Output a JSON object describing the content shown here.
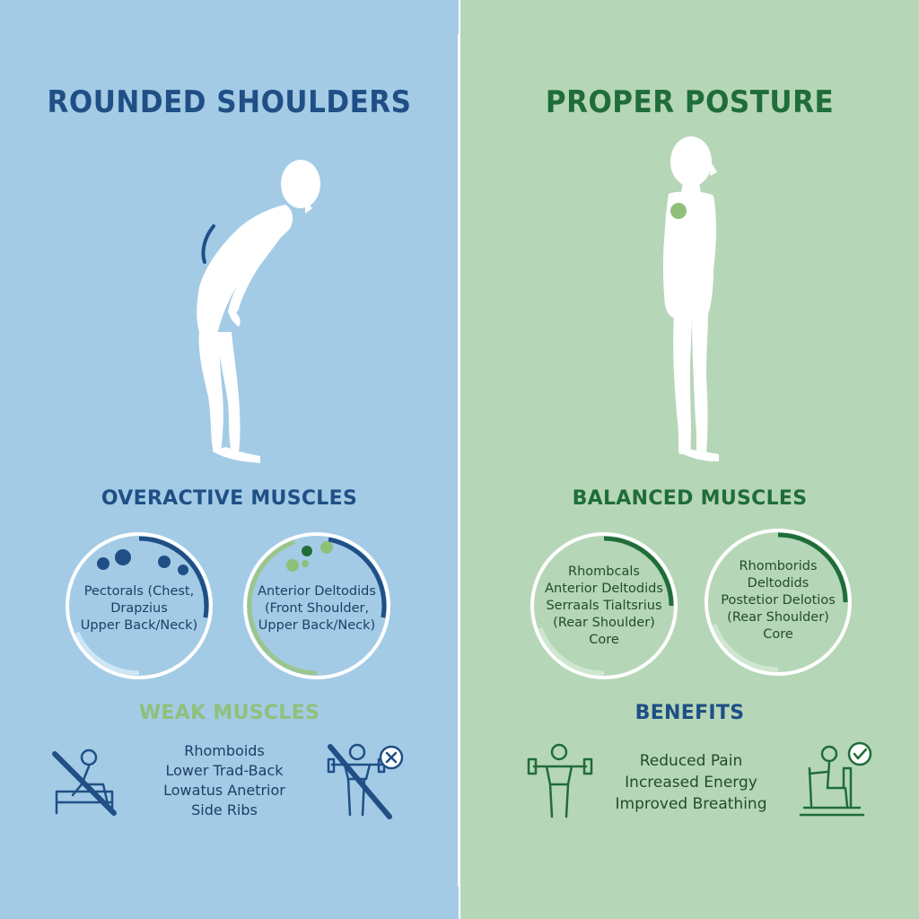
{
  "left": {
    "title": "ROUNDED SHOULDERS",
    "overactive": {
      "heading": "OVERACTIVE MUSCLES",
      "circle1": [
        "Pectorals (Chest,",
        "Drapzius",
        "Upper Back/Neck)"
      ],
      "circle2": [
        "Anterior Deltodids",
        "(Front Shoulder,",
        "Upper Back/Neck)"
      ]
    },
    "weak": {
      "heading": "WEAK MUSCLES",
      "items": [
        "Rhomboids",
        "Lower Trad-Back",
        "Lowatus Anetrior",
        "Side Ribs"
      ]
    }
  },
  "right": {
    "title": "PROPER POSTURE",
    "balanced": {
      "heading": "BALANCED MUSCLES",
      "circle1": [
        "Rhombcals",
        "Anterior Deltodids",
        "Serraals Tialtsrius",
        "(Rear Shoulder)",
        "Core"
      ],
      "circle2": [
        "Rhomborids",
        "Deltodids",
        "Postetior Delotios",
        "(Rear Shoulder)",
        "Core"
      ]
    },
    "benefits": {
      "heading": "BENEFITS",
      "items": [
        "Reduced Pain",
        "Increased Energy",
        "Improved Breathing"
      ]
    }
  },
  "icons": {
    "left_icon_1": "crossed-out-person-sitting-icon",
    "left_icon_2": "crossed-out-person-lifting-icon",
    "left_icon_2_badge": "x-circle-icon",
    "right_icon_1": "person-lifting-barbell-icon",
    "right_icon_2": "person-seated-rowing-icon",
    "right_icon_2_badge": "check-circle-icon"
  },
  "colors": {
    "left_background": "#a3cbe6",
    "right_background": "#b6d6b8",
    "blue_dark": "#1f4f85",
    "green_dark": "#1f6d39",
    "green_light": "#8fc07a"
  }
}
